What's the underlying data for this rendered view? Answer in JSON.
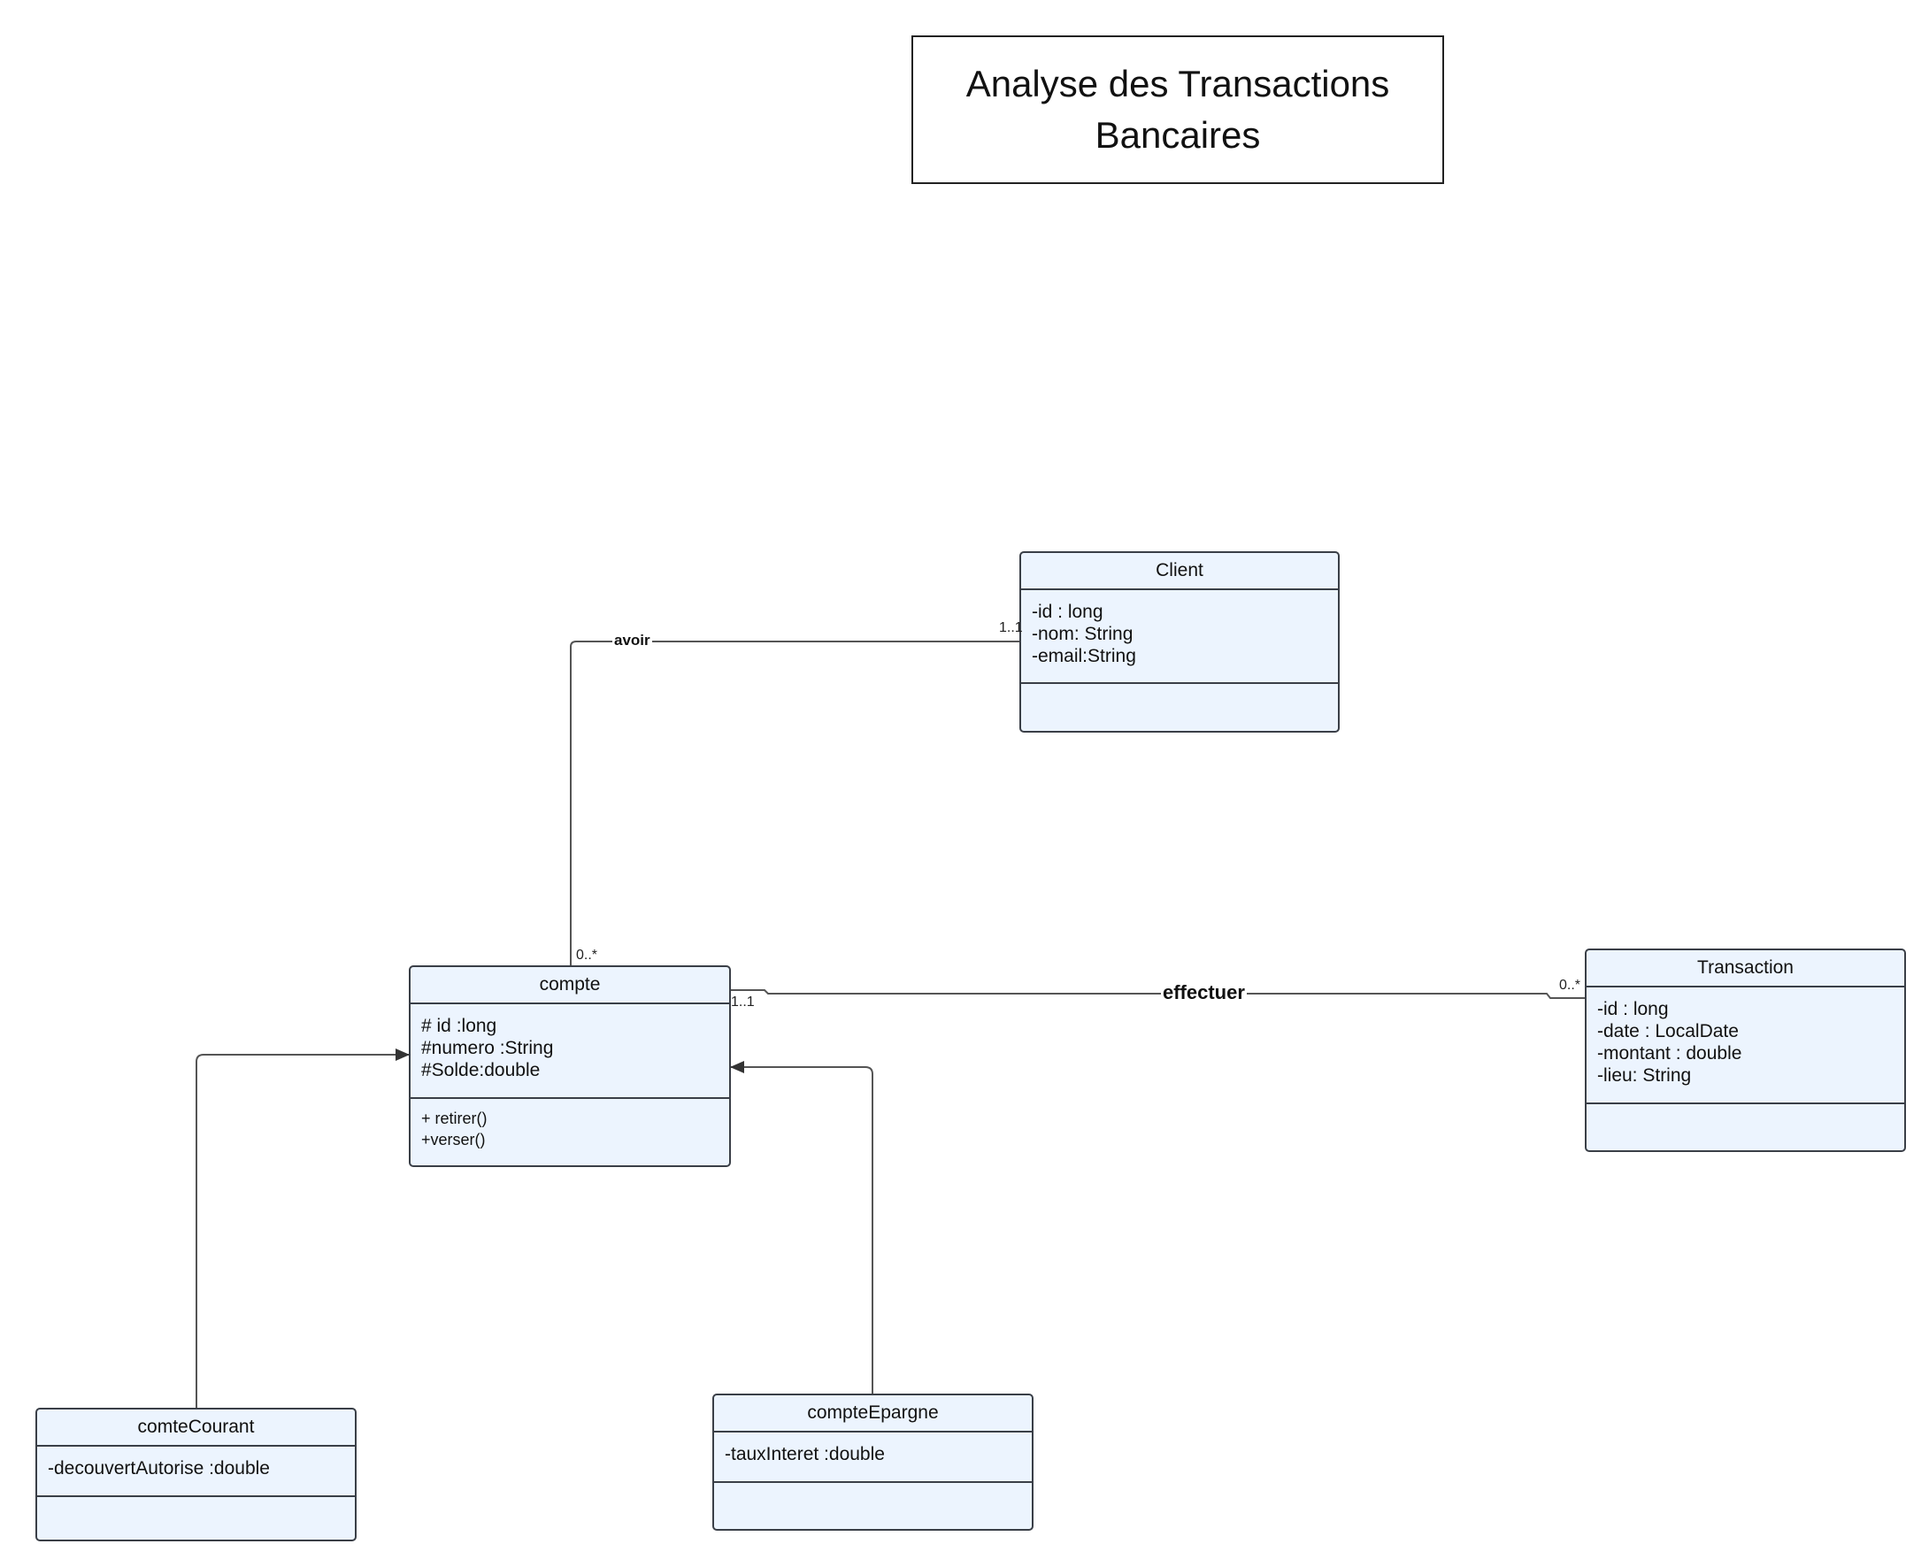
{
  "title": "Analyse des Transactions Bancaires",
  "classes": {
    "client": {
      "name": "Client",
      "attributes": [
        "-id : long",
        "-nom: String",
        "-email:String"
      ],
      "operations": []
    },
    "compte": {
      "name": "compte",
      "attributes": [
        "# id :long",
        "#numero :String",
        "#Solde:double"
      ],
      "operations": [
        "+ retirer()",
        "+verser()"
      ]
    },
    "transaction": {
      "name": "Transaction",
      "attributes": [
        "-id : long",
        "-date : LocalDate",
        "-montant : double",
        "-lieu: String"
      ],
      "operations": []
    },
    "comteCourant": {
      "name": "comteCourant",
      "attributes": [
        "-decouvertAutorise :double"
      ],
      "operations": []
    },
    "compteEpargne": {
      "name": "compteEpargne",
      "attributes": [
        "-tauxInteret :double"
      ],
      "operations": []
    }
  },
  "associations": {
    "avoir": {
      "label": "avoir",
      "mult_client": "1..1",
      "mult_compte": "0..*"
    },
    "effectuer": {
      "label": "effectuer",
      "mult_compte": "1..1",
      "mult_transaction": "0..*"
    }
  },
  "colors": {
    "class_fill": "#ecf4fe",
    "class_border": "#3a3f47",
    "line": "#555555"
  }
}
